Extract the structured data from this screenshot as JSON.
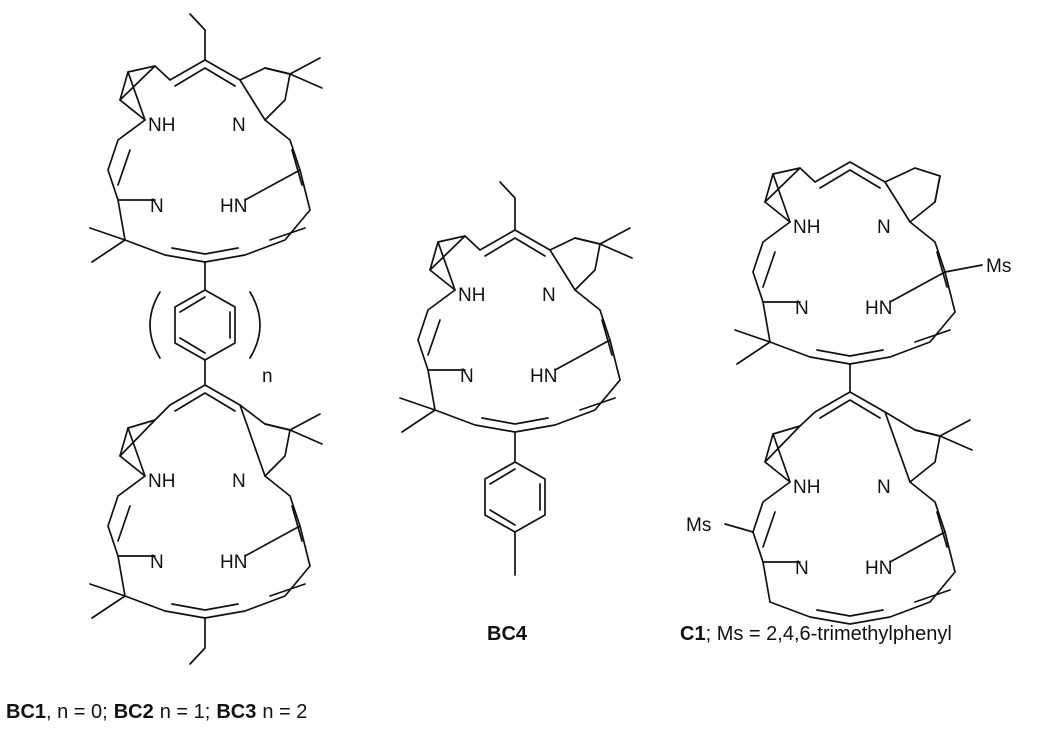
{
  "labels": {
    "nh": "NH",
    "hn": "HN",
    "n": "N",
    "ms": "Ms",
    "subscript_n": "n"
  },
  "captions": {
    "bc_series": {
      "bc1": "BC1",
      "bc1_rest": ", n = 0;",
      "bc2": "BC2",
      "bc2_rest": "n = 1;",
      "bc3": "BC3",
      "bc3_rest": "n = 2"
    },
    "bc4": "BC4",
    "c1": {
      "bold": "C1",
      "rest": "; Ms = 2,4,6-trimethylphenyl"
    }
  }
}
